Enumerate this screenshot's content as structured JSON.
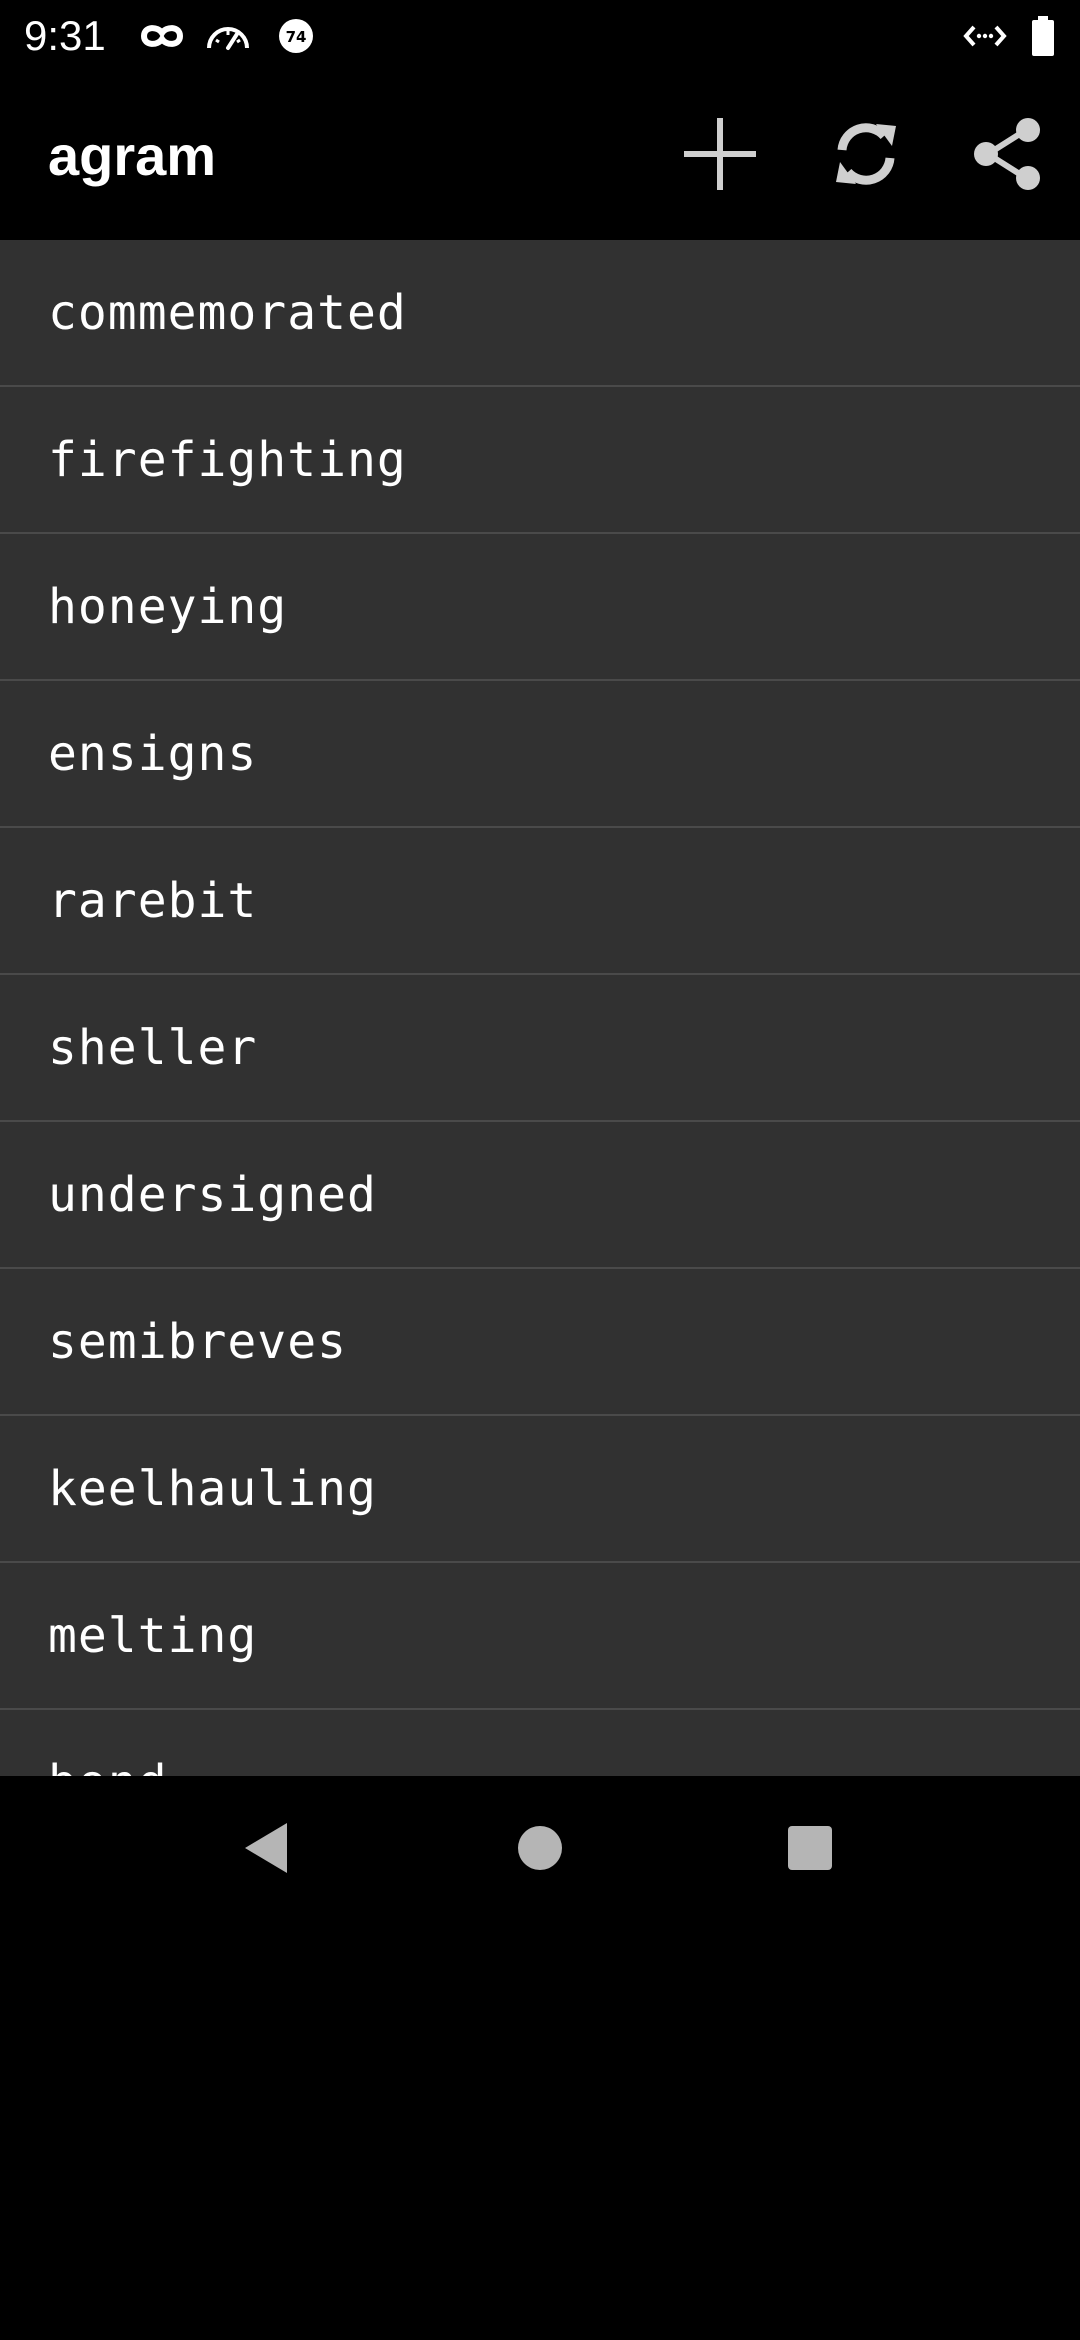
{
  "status_bar": {
    "time": "9:31",
    "icons": [
      "incognito-icon",
      "speedometer-icon",
      "badge-74-icon",
      "code-icon",
      "battery-icon"
    ],
    "badge_text": "74"
  },
  "app_bar": {
    "title": "agram",
    "actions": [
      "add-icon",
      "refresh-icon",
      "share-icon"
    ]
  },
  "words": [
    "commemorated",
    "firefighting",
    "honeying",
    "ensigns",
    "rarebit",
    "sheller",
    "undersigned",
    "semibreves",
    "keelhauling",
    "melting",
    "bond"
  ],
  "nav_bar": {
    "buttons": [
      "back-icon",
      "home-icon",
      "recents-icon"
    ]
  },
  "colors": {
    "background": "#000000",
    "list_background": "#313131",
    "divider": "#4a4a4a",
    "icon": "#cfcfcf",
    "nav_icon": "#b5b5b5"
  }
}
